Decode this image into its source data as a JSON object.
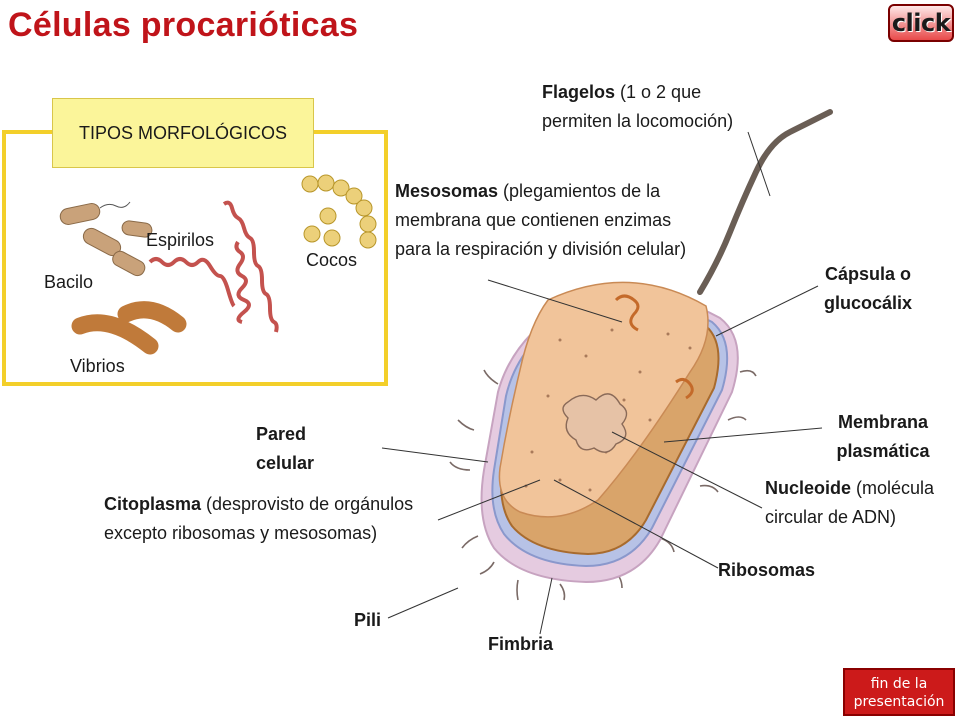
{
  "title": "Células procarióticas",
  "click_button": "click",
  "types_panel": {
    "header": "TIPOS MORFOLÓGICOS",
    "bacilos": "Bacilo",
    "espirilos": "Espirilos",
    "cocos": "Cocos",
    "vibrios": "Vibrios"
  },
  "labels": {
    "flagelos_term": "Flagelos",
    "flagelos_desc": " (1 o 2 que permiten la locomoción)",
    "mesosomas_term": "Mesosomas",
    "mesosomas_desc": " (plegamientos de la membrana que contienen enzimas para la respiración y división celular)",
    "capsula": "Cápsula o glucocálix",
    "membrana": "Membrana plasmática",
    "pared": "Pared celular",
    "nucleoide_term": "Nucleoide",
    "nucleoide_desc": " (molécula circular de ADN)",
    "citoplasma_term": "Citoplasma",
    "citoplasma_desc": " (desprovisto de orgánulos excepto ribosomas y mesosomas)",
    "ribosomas": "Ribosomas",
    "pili": "Pili",
    "fimbria": "Fimbria"
  },
  "end_button": {
    "line1": "fin de la",
    "line2": "presentación"
  },
  "colors": {
    "title": "#c0141a",
    "panel_border": "#f3cf2a",
    "panel_header": "#fbf59a",
    "end_button": "#cc1a1a"
  }
}
